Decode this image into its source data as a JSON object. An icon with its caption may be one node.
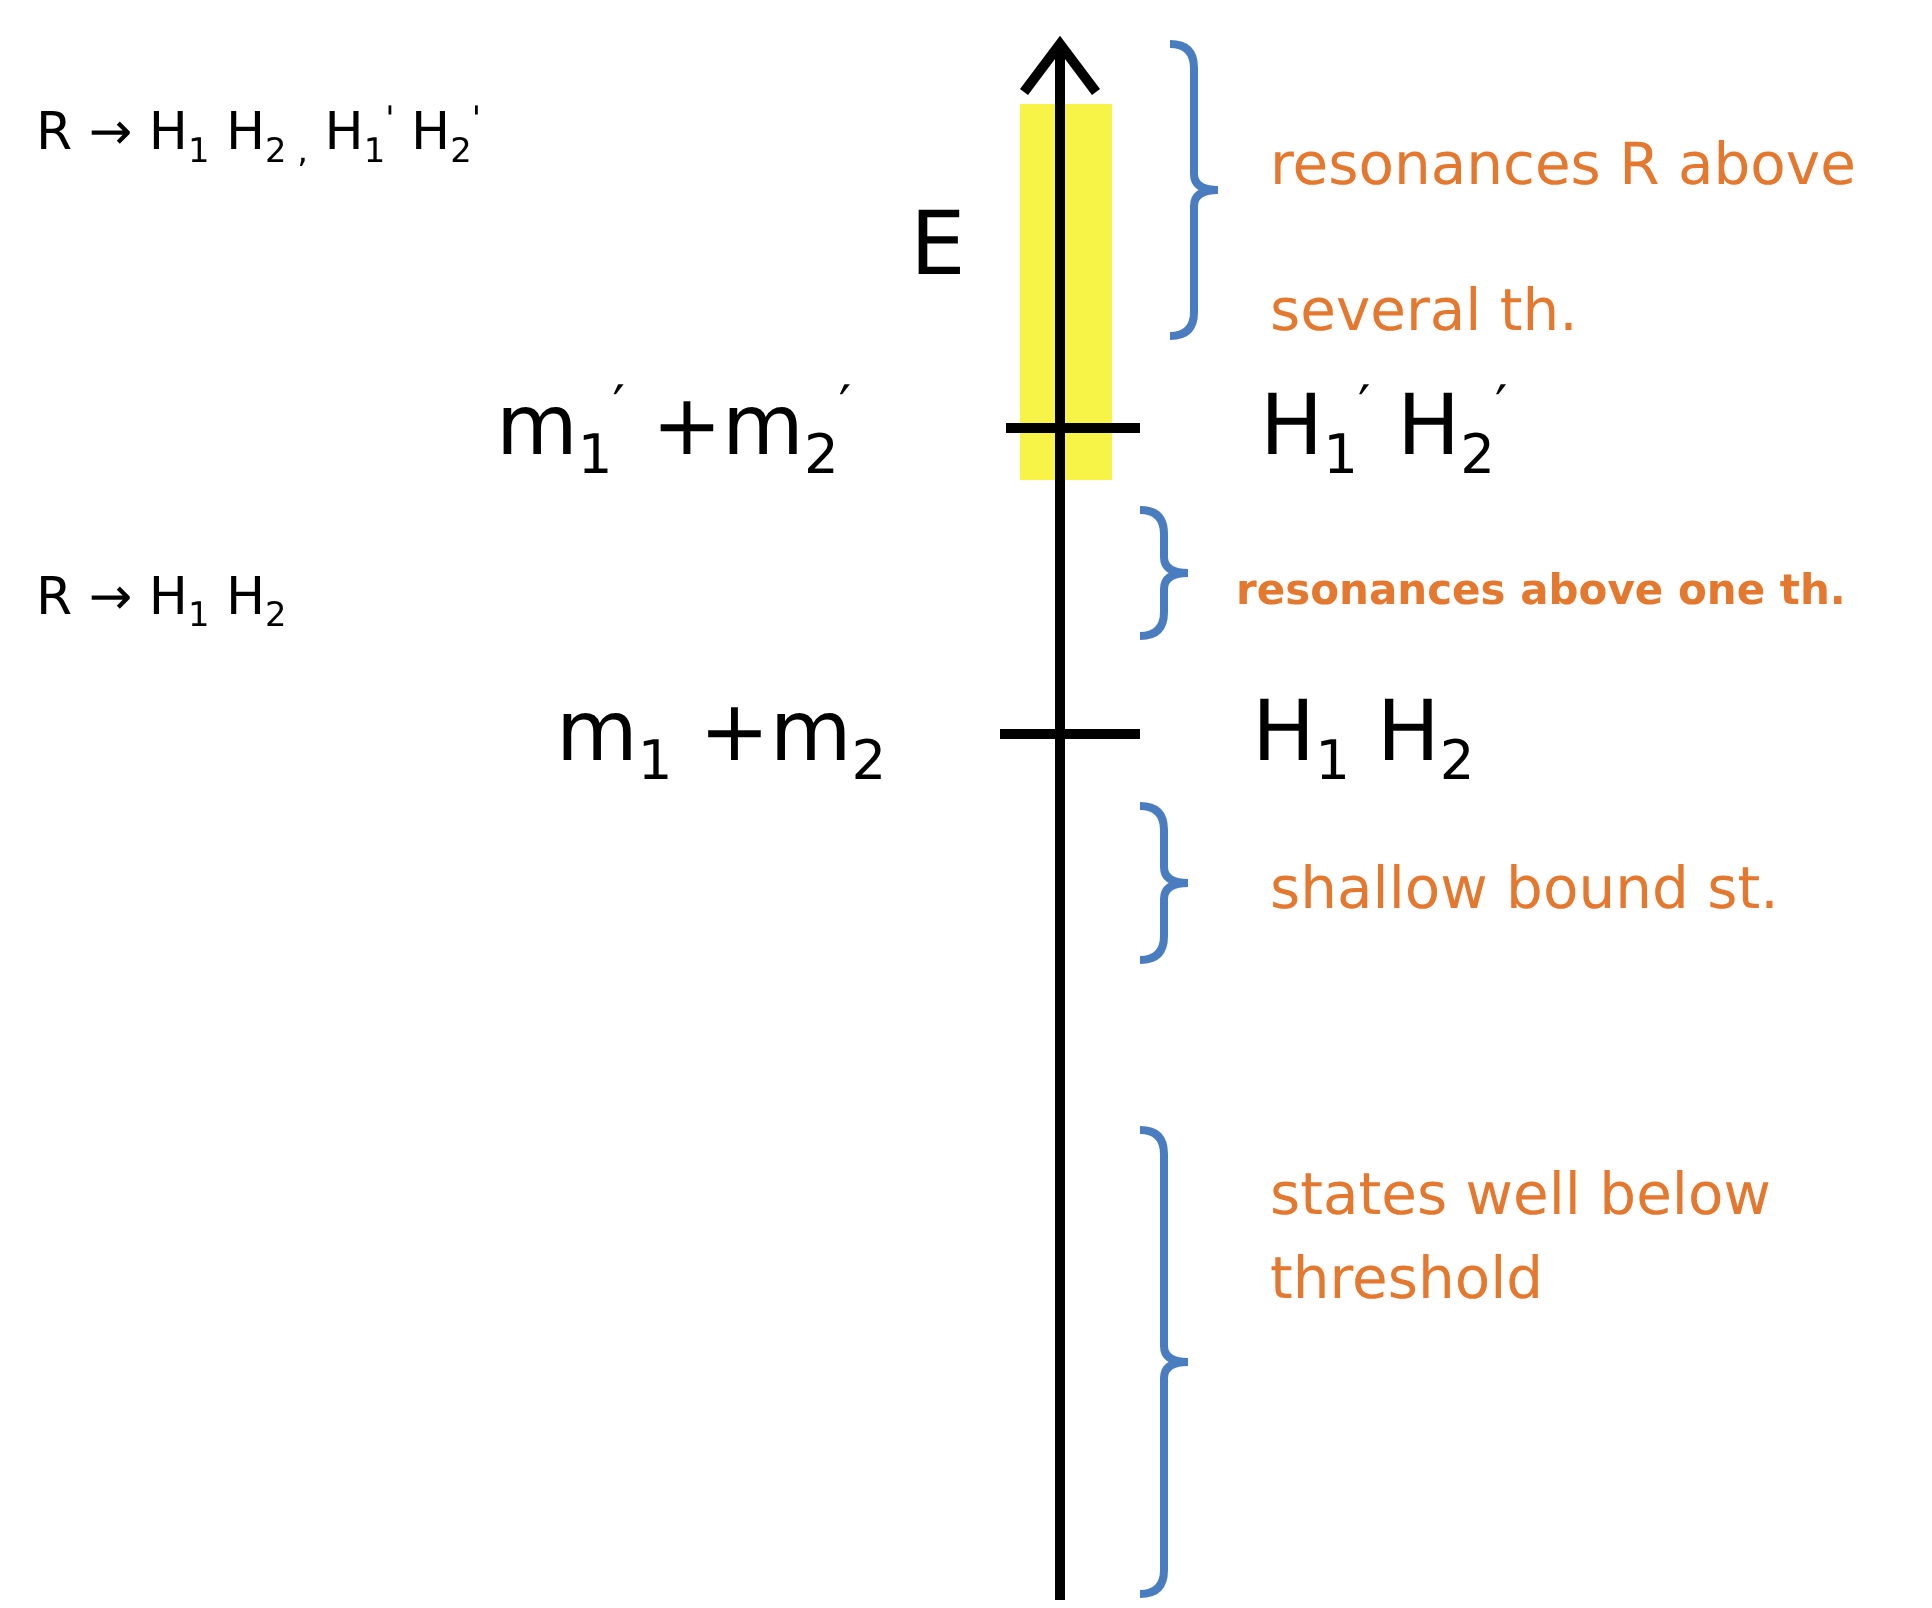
{
  "diagram": {
    "labels": [
      "R → H$_{1}$ H$_{2 ,}$ H$_{1}$$^{'}$ H$_{2}$$^{'}$",
      "resonances R above several th.",
      "E",
      "m$_{1}$$^{′}$ +m$_{2}$$^{′}$",
      "H$_{1}$$^{′}$ H$_{2}$$^{′}$",
      "resonances above one th.",
      "R → H$_{1}$ H$_{2}$",
      "m$_{1}$ +m$_{2}$",
      "H$_{1}$ H$_{2}$",
      "shallow bound st.",
      "states well below threshold"
    ]
  }
}
